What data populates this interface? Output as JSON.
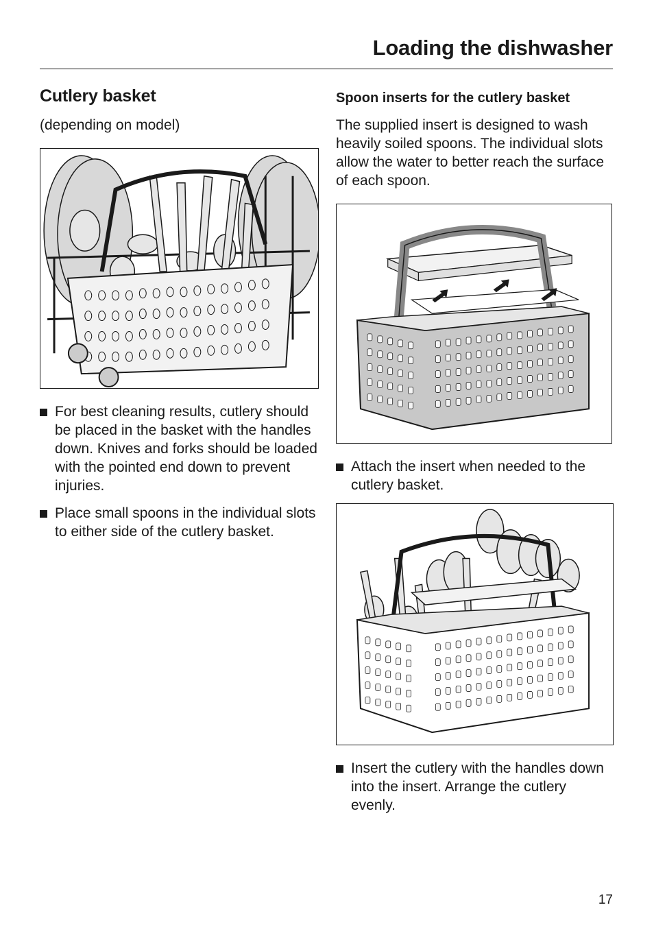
{
  "header": {
    "title": "Loading the dishwasher"
  },
  "left": {
    "section_title": "Cutlery basket",
    "note": "(depending on model)",
    "bullets": [
      "For best cleaning results, cutlery should be placed in the basket with the handles down. Knives and forks should be loaded with the pointed end down to prevent injuries.",
      "Place small spoons in the individual slots to either side of the cutlery basket."
    ]
  },
  "right": {
    "subsection_title": "Spoon inserts for the cutlery basket",
    "intro": "The supplied insert is designed to wash heavily soiled spoons. The individual slots allow the water to better reach the surface of each spoon.",
    "bullet_1": "Attach the insert when needed to the cutlery basket.",
    "bullet_2": "Insert the cutlery with the handles down into the insert. Arrange the cutlery evenly."
  },
  "footer": {
    "page_number": "17"
  }
}
